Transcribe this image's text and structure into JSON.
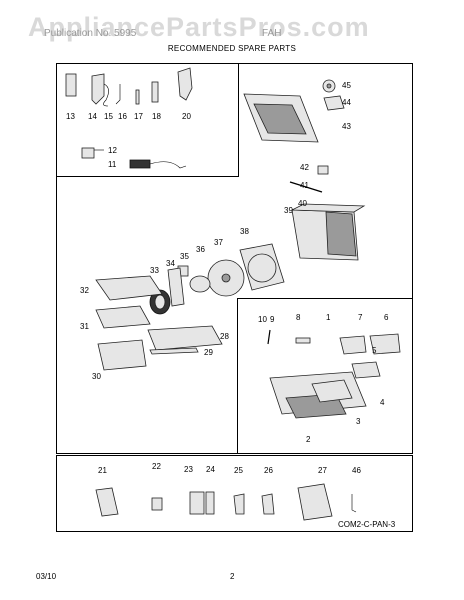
{
  "watermark": "AppliancePartsPros.com",
  "header": {
    "left_text": "Publication No. 5995",
    "right_text": "FAH",
    "subtitle": "RECOMMENDED SPARE PARTS"
  },
  "parts": {
    "p45": "45",
    "p44": "44",
    "p43": "43",
    "p42": "42",
    "p41": "41",
    "p13": "13",
    "p14": "14",
    "p15": "15",
    "p16": "16",
    "p17": "17",
    "p18": "18",
    "p20": "20",
    "p12": "12",
    "p11": "11",
    "p39": "39",
    "p40": "40",
    "p38": "38",
    "p37": "37",
    "p36": "36",
    "p35": "35",
    "p34": "34",
    "p33": "33",
    "p32": "32",
    "p31": "31",
    "p28": "28",
    "p29": "29",
    "p30": "30",
    "p10": "10",
    "p9": "9",
    "p8": "8",
    "p1": "1",
    "p7": "7",
    "p6": "6",
    "p5": "5",
    "p4": "4",
    "p3": "3",
    "p2": "2",
    "p21": "21",
    "p22": "22",
    "p23": "23",
    "p24": "24",
    "p25": "25",
    "p26": "26",
    "p27": "27",
    "p46": "46"
  },
  "diagram_code": "COM2-C-PAN-3",
  "footer": {
    "date": "03/10",
    "page": "2"
  }
}
